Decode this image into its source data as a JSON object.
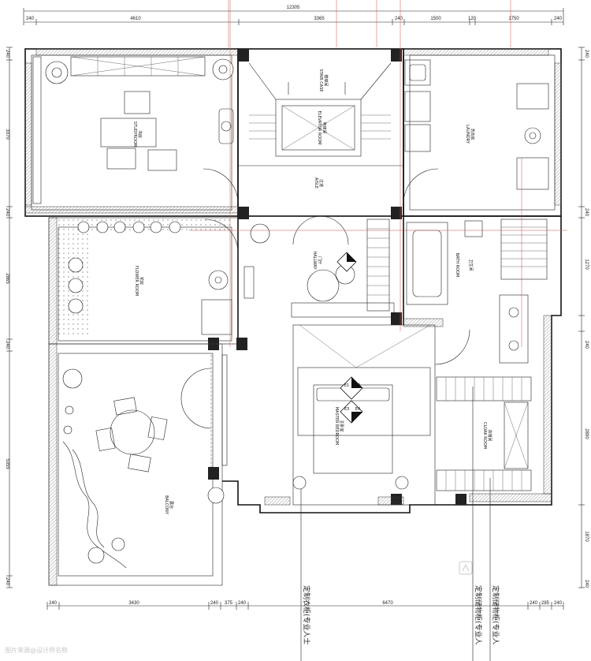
{
  "top_dimensions": {
    "total": "12305",
    "segments": [
      "240",
      "4610",
      "3365",
      "240",
      "1500",
      "120",
      "1750",
      "240"
    ]
  },
  "bottom_dimensions": {
    "segments": [
      "240",
      "3430",
      "240",
      "375",
      "240",
      "6470",
      "240",
      "285",
      "240"
    ]
  },
  "left_dimensions": {
    "segments": [
      "240",
      "3370",
      "240",
      "2865",
      "240",
      "5355",
      "240"
    ]
  },
  "right_dimensions": {
    "segments": [
      "240",
      "240",
      "1270",
      "240",
      "2890",
      "1870",
      "240"
    ]
  },
  "rooms": {
    "studyroom": {
      "cn": "书房",
      "en": "STUDYROOM"
    },
    "stair_case": {
      "cn": "楼梯间",
      "en": "STAIR CASE"
    },
    "elevator": {
      "cn": "电梯间",
      "en": "ELEVATOR ROOM"
    },
    "aisle": {
      "cn": "过道",
      "en": "AISLE"
    },
    "laundry": {
      "cn": "洗衣房",
      "en": "LAUNDRY"
    },
    "flower_room": {
      "cn": "花房",
      "en": "FLOWER ROOM"
    },
    "hallway": {
      "cn": "门厅",
      "en": "HALLWAY"
    },
    "bath_room": {
      "cn": "卫生间",
      "en": "BATH ROOM"
    },
    "master_bedroom": {
      "cn": "主卧室",
      "en": "MASTER BEDROOM"
    },
    "cloak_room": {
      "cn": "衣帽间",
      "en": "CLOAK ROOM"
    },
    "balcony": {
      "cn": "露台",
      "en": "BALCONY"
    }
  },
  "elevation_marks": [
    "E1",
    "E2",
    "E3",
    "E4"
  ],
  "notes": {
    "wardrobe_left": "定制衣柜(专业人士",
    "wardrobe_right_1": "定制储物柜(专业人",
    "wardrobe_right_2": "定制储物柜(专业人"
  },
  "watermark": "图片来源@设计师名称"
}
